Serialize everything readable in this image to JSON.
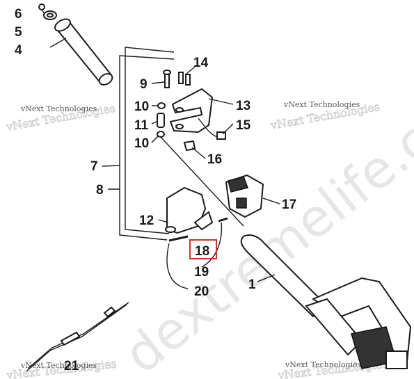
{
  "diagram": {
    "parts": [
      {
        "id": "1",
        "label": "1"
      },
      {
        "id": "4",
        "label": "4"
      },
      {
        "id": "5",
        "label": "5"
      },
      {
        "id": "6",
        "label": "6"
      },
      {
        "id": "7",
        "label": "7"
      },
      {
        "id": "8",
        "label": "8"
      },
      {
        "id": "9",
        "label": "9"
      },
      {
        "id": "10a",
        "label": "10"
      },
      {
        "id": "10b",
        "label": "10"
      },
      {
        "id": "11",
        "label": "11"
      },
      {
        "id": "12",
        "label": "12"
      },
      {
        "id": "13",
        "label": "13"
      },
      {
        "id": "14",
        "label": "14"
      },
      {
        "id": "15",
        "label": "15"
      },
      {
        "id": "16",
        "label": "16"
      },
      {
        "id": "17",
        "label": "17"
      },
      {
        "id": "18",
        "label": "18",
        "highlighted": true
      },
      {
        "id": "19",
        "label": "19"
      },
      {
        "id": "20",
        "label": "20"
      },
      {
        "id": "21",
        "label": "21"
      }
    ],
    "highlight_color": "#c0392b"
  },
  "watermarks": {
    "main": "dextremelife.com",
    "brand": "vNext Technologies"
  }
}
